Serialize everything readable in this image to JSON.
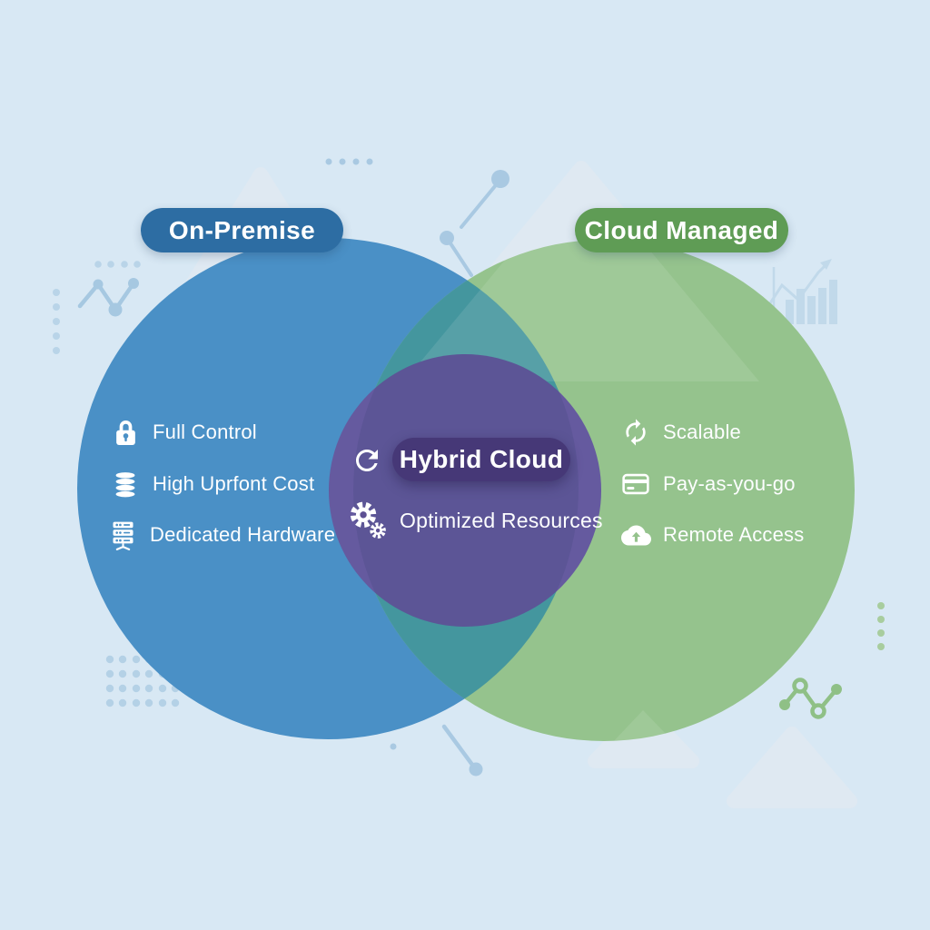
{
  "background": {
    "color": "#d8e8f4"
  },
  "venn": {
    "left": {
      "label": "On-Premise",
      "pill_color": "#2d6da3",
      "circle_color": "#4a90c6",
      "items": [
        {
          "icon": "lock-icon",
          "label": "Full Control"
        },
        {
          "icon": "coin-stack-icon",
          "label": "High Uprfont Cost"
        },
        {
          "icon": "server-rack-icon",
          "label": "Dedicated Hardware"
        }
      ]
    },
    "right": {
      "label": "Cloud Managed",
      "pill_color": "#5f9c55",
      "circle_color": "#95c38d",
      "items": [
        {
          "icon": "sync-arrows-icon",
          "label": "Scalable"
        },
        {
          "icon": "credit-card-icon",
          "label": "Pay-as-you-go"
        },
        {
          "icon": "cloud-upload-icon",
          "label": "Remote Access"
        }
      ]
    },
    "center": {
      "label": "Hybrid Cloud",
      "pill_color": "#463877",
      "circle_color": "#655a9f",
      "overlap_color": "#44969e",
      "badge_icon": "refresh-icon",
      "items": [
        {
          "icon": "gears-icon",
          "label": "Optimized Resources"
        }
      ]
    }
  },
  "decorations": [
    "triangle-shapes",
    "zigzag-line-chart-blue",
    "dot-row-blue",
    "dot-column-blue",
    "dot-grid-blue",
    "node-link-lines-blue",
    "bar-chart-trend-blue",
    "zigzag-line-chart-green",
    "dot-column-green"
  ]
}
